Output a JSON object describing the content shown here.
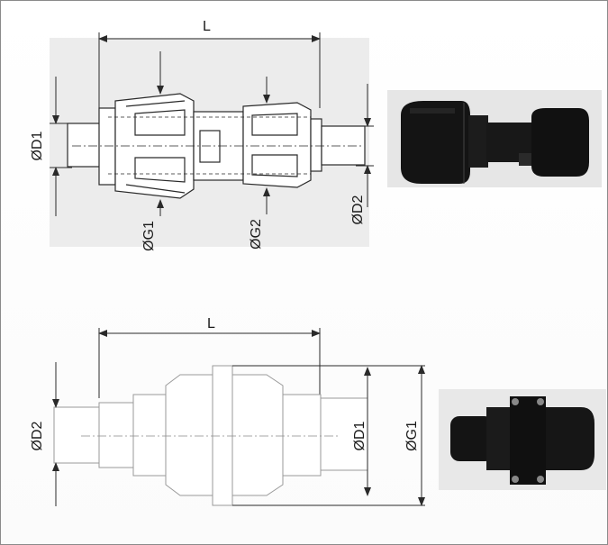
{
  "top": {
    "dim_length": "L",
    "dim_d1": "ØD1",
    "dim_d2": "ØD2",
    "dim_g1": "ØG1",
    "dim_g2": "ØG2",
    "photo_icon": "reducing-coupling-photo"
  },
  "bottom": {
    "dim_length": "L",
    "dim_d1": "ØD1",
    "dim_d2": "ØD2",
    "dim_g1": "ØG1",
    "photo_icon": "flanged-coupling-photo"
  },
  "colors": {
    "line": "#2a2a2a",
    "shade": "#ebebeb",
    "photo_bg": "#e9e9e9",
    "fitting": "#121212"
  }
}
